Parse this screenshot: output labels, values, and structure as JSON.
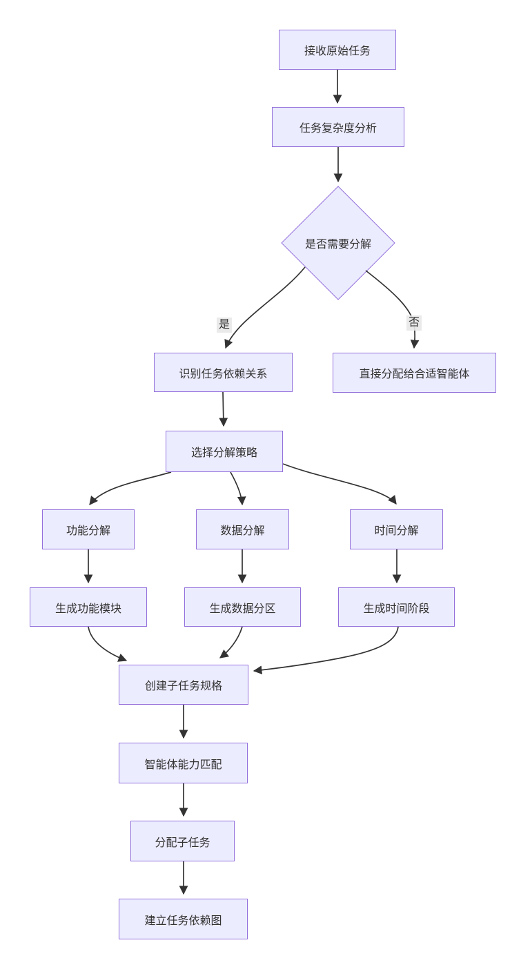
{
  "diagram": {
    "type": "flowchart",
    "direction": "top-down",
    "nodes": {
      "receive": {
        "label": "接收原始任务",
        "shape": "rect"
      },
      "analyze": {
        "label": "任务复杂度分析",
        "shape": "rect"
      },
      "decision": {
        "label": "是否需要分解",
        "shape": "diamond"
      },
      "identify": {
        "label": "识别任务依赖关系",
        "shape": "rect"
      },
      "direct": {
        "label": "直接分配给合适智能体",
        "shape": "rect"
      },
      "strategy": {
        "label": "选择分解策略",
        "shape": "rect"
      },
      "func": {
        "label": "功能分解",
        "shape": "rect"
      },
      "data": {
        "label": "数据分解",
        "shape": "rect"
      },
      "time": {
        "label": "时间分解",
        "shape": "rect"
      },
      "genfunc": {
        "label": "生成功能模块",
        "shape": "rect"
      },
      "gendata": {
        "label": "生成数据分区",
        "shape": "rect"
      },
      "gentime": {
        "label": "生成时间阶段",
        "shape": "rect"
      },
      "spec": {
        "label": "创建子任务规格",
        "shape": "rect"
      },
      "match": {
        "label": "智能体能力匹配",
        "shape": "rect"
      },
      "assign": {
        "label": "分配子任务",
        "shape": "rect"
      },
      "graph": {
        "label": "建立任务依赖图",
        "shape": "rect"
      }
    },
    "edge_labels": {
      "yes": "是",
      "no": "否"
    },
    "edges": [
      {
        "from": "receive",
        "to": "analyze"
      },
      {
        "from": "analyze",
        "to": "decision"
      },
      {
        "from": "decision",
        "to": "identify",
        "label": "是"
      },
      {
        "from": "decision",
        "to": "direct",
        "label": "否"
      },
      {
        "from": "identify",
        "to": "strategy"
      },
      {
        "from": "strategy",
        "to": "func"
      },
      {
        "from": "strategy",
        "to": "data"
      },
      {
        "from": "strategy",
        "to": "time"
      },
      {
        "from": "func",
        "to": "genfunc"
      },
      {
        "from": "data",
        "to": "gendata"
      },
      {
        "from": "time",
        "to": "gentime"
      },
      {
        "from": "genfunc",
        "to": "spec"
      },
      {
        "from": "gendata",
        "to": "spec"
      },
      {
        "from": "gentime",
        "to": "spec"
      },
      {
        "from": "spec",
        "to": "match"
      },
      {
        "from": "match",
        "to": "assign"
      },
      {
        "from": "assign",
        "to": "graph"
      }
    ],
    "colors": {
      "node_fill": "#ECECFF",
      "node_border": "#9370DB",
      "edge_stroke": "#333333",
      "text": "#333333",
      "edge_label_bg": "#e8e8e8",
      "background": "#ffffff"
    }
  }
}
